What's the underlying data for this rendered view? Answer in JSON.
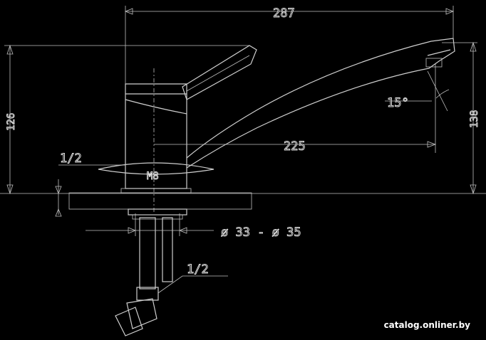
{
  "dimensions": {
    "total_width": "287",
    "total_height": "126",
    "spout_reach": "225",
    "spout_height": "138",
    "spout_angle": "15°",
    "thread_top": "1/2",
    "thread_bottom": "M8",
    "mount_hole": "ø 33 - ø 35",
    "hose_thread": "1/2"
  },
  "watermark": "catalog.onliner.by"
}
